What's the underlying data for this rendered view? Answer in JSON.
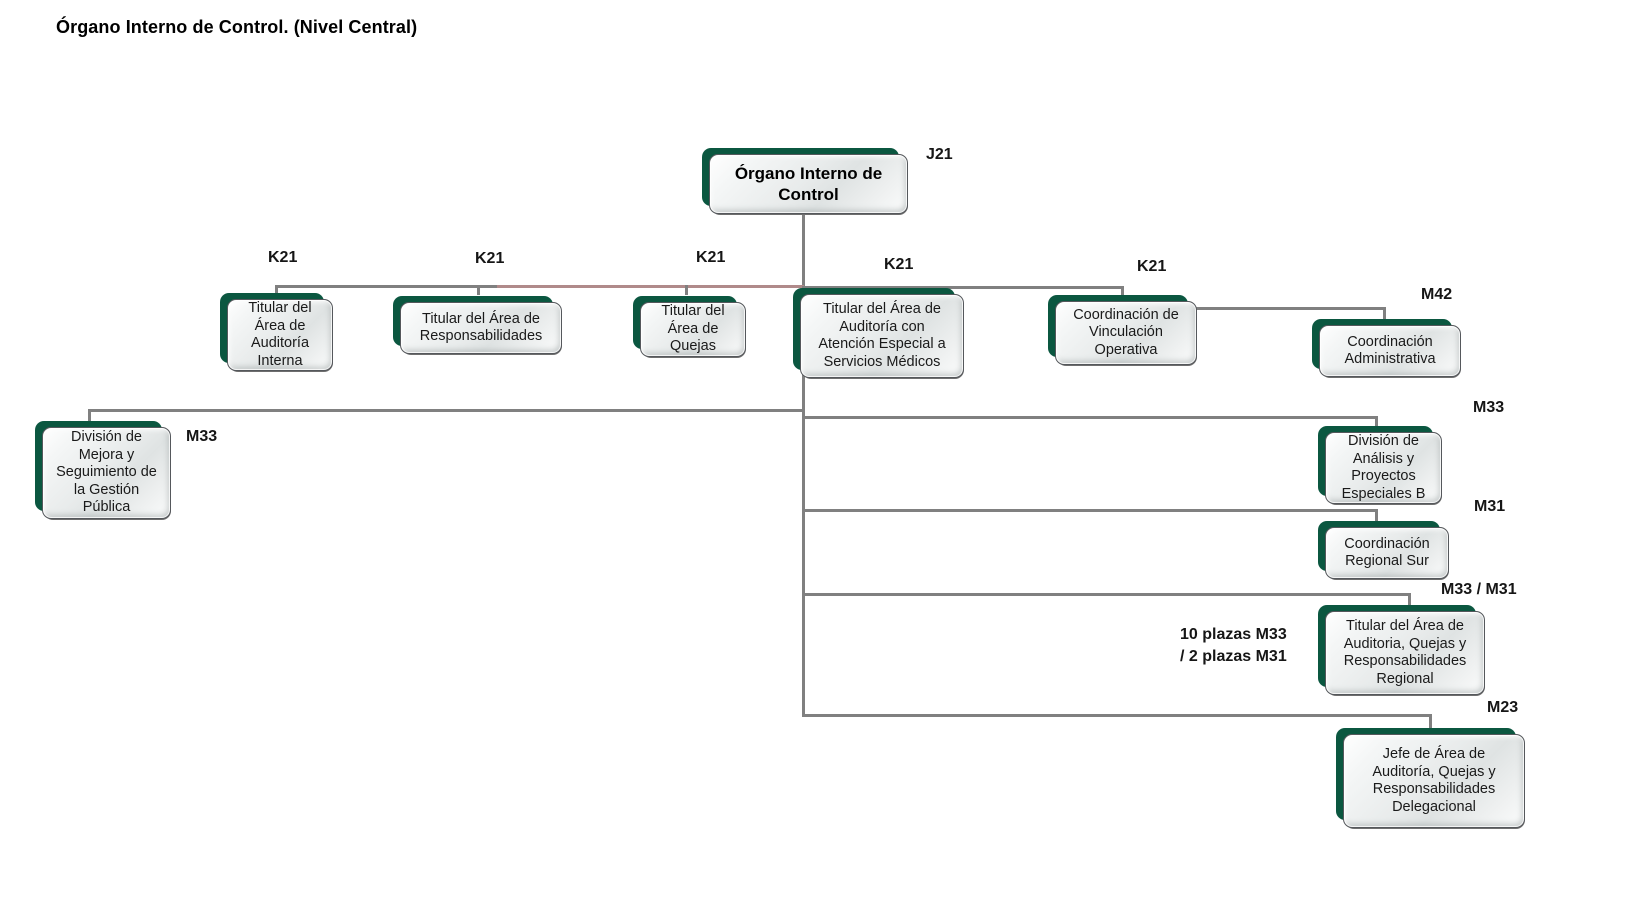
{
  "page": {
    "title": "Órgano Interno de Control. (Nivel Central)"
  },
  "theme": {
    "box_plate": "#0b5740",
    "box_shadow": "#6e6e6e",
    "box_border": "#55585c",
    "connector": "#808080",
    "connector_tint": "#b08a8a",
    "text": "#1a1a1a",
    "code_text": "#161616"
  },
  "nodes": {
    "root": {
      "label": "Órgano Interno de\nControl",
      "code": "J21"
    },
    "auditoria_interna": {
      "label": "Titular del\nÁrea de\nAuditoría\nInterna",
      "code": "K21"
    },
    "responsabilidades": {
      "label": "Titular del Área de\nResponsabilidades",
      "code": "K21"
    },
    "quejas": {
      "label": "Titular del\nÁrea de\nQuejas",
      "code": "K21"
    },
    "servicios_medicos": {
      "label": "Titular del Área de\nAuditoría con\nAtención Especial a\nServicios Médicos",
      "code": "K21"
    },
    "vinculacion_operativa": {
      "label": "Coordinación de\nVinculación\nOperativa",
      "code": "K21"
    },
    "coordinacion_administrativa": {
      "label": "Coordinación\nAdministrativa",
      "code": "M42"
    },
    "mejora_gestion": {
      "label": "División de\nMejora y\nSeguimiento de\nla Gestión\nPública",
      "code": "M33"
    },
    "analisis_proyectos": {
      "label": "División de\nAnálisis y\nProyectos\nEspeciales B",
      "code": "M33"
    },
    "regional_sur": {
      "label": "Coordinación\nRegional Sur",
      "code": "M31"
    },
    "titular_regional": {
      "label": "Titular del Área de\nAuditoria, Quejas y\nResponsabilidades\nRegional",
      "code": "M33 / M31",
      "note": "10 plazas M33\n/ 2 plazas M31"
    },
    "jefe_delegacional": {
      "label": "Jefe de Área de\nAuditoría, Quejas y\nResponsabilidades\nDelegacional",
      "code": "M23"
    }
  }
}
